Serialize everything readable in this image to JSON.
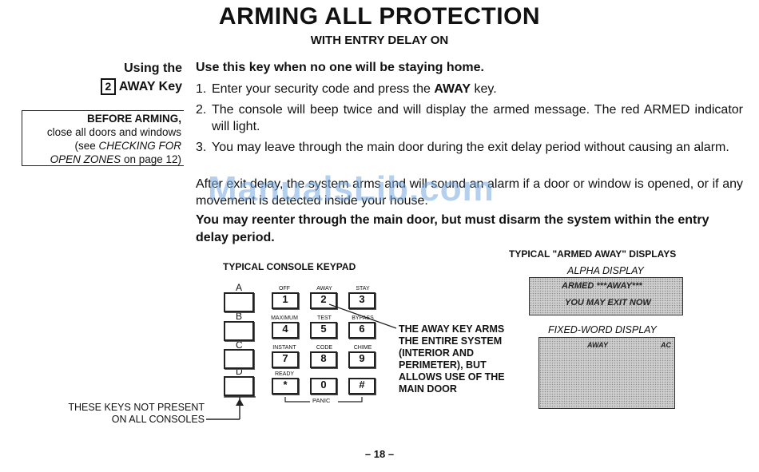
{
  "header": {
    "title": "ARMING ALL PROTECTION",
    "subtitle": "WITH ENTRY DELAY ON"
  },
  "side": {
    "using": "Using the",
    "key_number": "2",
    "key_name": "AWAY Key",
    "before_head": "BEFORE ARMING,",
    "before_line2": "close all doors and windows",
    "before_line3_a": "(see ",
    "before_line3_b": "CHECKING FOR",
    "before_line4_a": "OPEN ZONES",
    "before_line4_b": " on page 12)"
  },
  "body": {
    "intro": "Use this key when no one will be staying home.",
    "steps": [
      {
        "num": "1.",
        "text_a": "Enter your security code and press the ",
        "text_b": "AWAY",
        "text_c": " key."
      },
      {
        "num": "2.",
        "text": "The console will beep twice and will display the armed message. The red ARMED indicator will light."
      },
      {
        "num": "3.",
        "text": "You may leave through the main door during the exit delay period without causing an alarm."
      }
    ],
    "after_exit": "After exit delay, the system arms and will sound an alarm if a door or window is opened, or if any movement is detected inside your house.",
    "reenter": "You may reenter through the main door, but must disarm the system within the entry delay period."
  },
  "watermark": "ManualsLib.com",
  "keypad": {
    "title": "TYPICAL CONSOLE KEYPAD",
    "letters": [
      "A",
      "B",
      "C",
      "D"
    ],
    "keys": [
      {
        "label": "1",
        "top": "OFF"
      },
      {
        "label": "2",
        "top": "AWAY"
      },
      {
        "label": "3",
        "top": "STAY"
      },
      {
        "label": "4",
        "top": "MAXIMUM"
      },
      {
        "label": "5",
        "top": "TEST"
      },
      {
        "label": "6",
        "top": "BYPASS"
      },
      {
        "label": "7",
        "top": "INSTANT"
      },
      {
        "label": "8",
        "top": "CODE"
      },
      {
        "label": "9",
        "top": "CHIME"
      },
      {
        "label": "*",
        "top": "READY"
      },
      {
        "label": "0",
        "top": ""
      },
      {
        "label": "#",
        "top": ""
      }
    ],
    "panic": "PANIC",
    "away_note": [
      "THE AWAY KEY ARMS",
      "THE ENTIRE SYSTEM",
      "(INTERIOR AND",
      "PERIMETER), BUT",
      "ALLOWS USE OF THE",
      "MAIN DOOR"
    ],
    "not_present": [
      "THESE KEYS NOT PRESENT",
      "ON ALL CONSOLES"
    ]
  },
  "displays": {
    "title": "TYPICAL \"ARMED AWAY\" DISPLAYS",
    "alpha_title": "ALPHA DISPLAY",
    "alpha_line1": "ARMED ***AWAY***",
    "alpha_line2": "YOU MAY EXIT NOW",
    "fixed_title": "FIXED-WORD DISPLAY",
    "fixed_left": "AWAY",
    "fixed_right": "AC"
  },
  "footer": {
    "page": "– 18 –"
  }
}
